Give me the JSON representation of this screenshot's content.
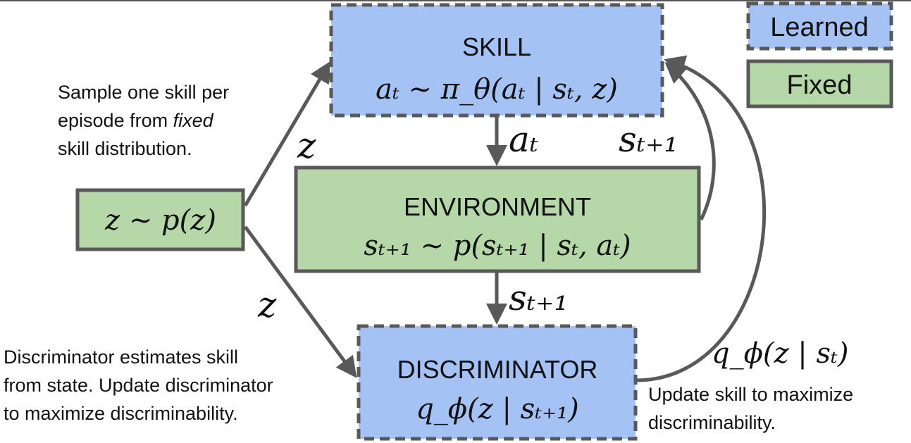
{
  "top_rule_color": "#555555",
  "colors": {
    "learned_fill": "#a4c2f4",
    "fixed_fill": "#b6d7a8",
    "stroke": "#595959"
  },
  "legend": {
    "learned": "Learned",
    "fixed": "Fixed"
  },
  "nodes": {
    "skill": {
      "title": "SKILL",
      "formula": "aₜ ∼ π_θ(aₜ | sₜ, z)"
    },
    "environment": {
      "title": "ENVIRONMENT",
      "formula": "sₜ₊₁ ∼ p(sₜ₊₁ | sₜ, aₜ)"
    },
    "discriminator": {
      "title": "DISCRIMINATOR",
      "formula": "q_ϕ(z | sₜ₊₁)"
    },
    "prior": {
      "formula": "z ∼ p(z)"
    }
  },
  "edges": {
    "prior_to_skill": "z",
    "prior_to_discriminator": "z",
    "skill_to_env": "aₜ",
    "env_to_skill": "sₜ₊₁",
    "env_to_discriminator": "sₜ₊₁",
    "discriminator_to_skill": "q_ϕ(z | sₜ)"
  },
  "captions": {
    "sample_line1": "Sample one skill per",
    "sample_line2a": "episode from ",
    "sample_line2b": "fixed",
    "sample_line3": "skill distribution.",
    "disc_line1": "Discriminator estimates skill",
    "disc_line2": "from state. Update discriminator",
    "disc_line3": "to maximize discriminability.",
    "update_line1": "Update skill to maximize",
    "update_line2": "discriminability."
  }
}
